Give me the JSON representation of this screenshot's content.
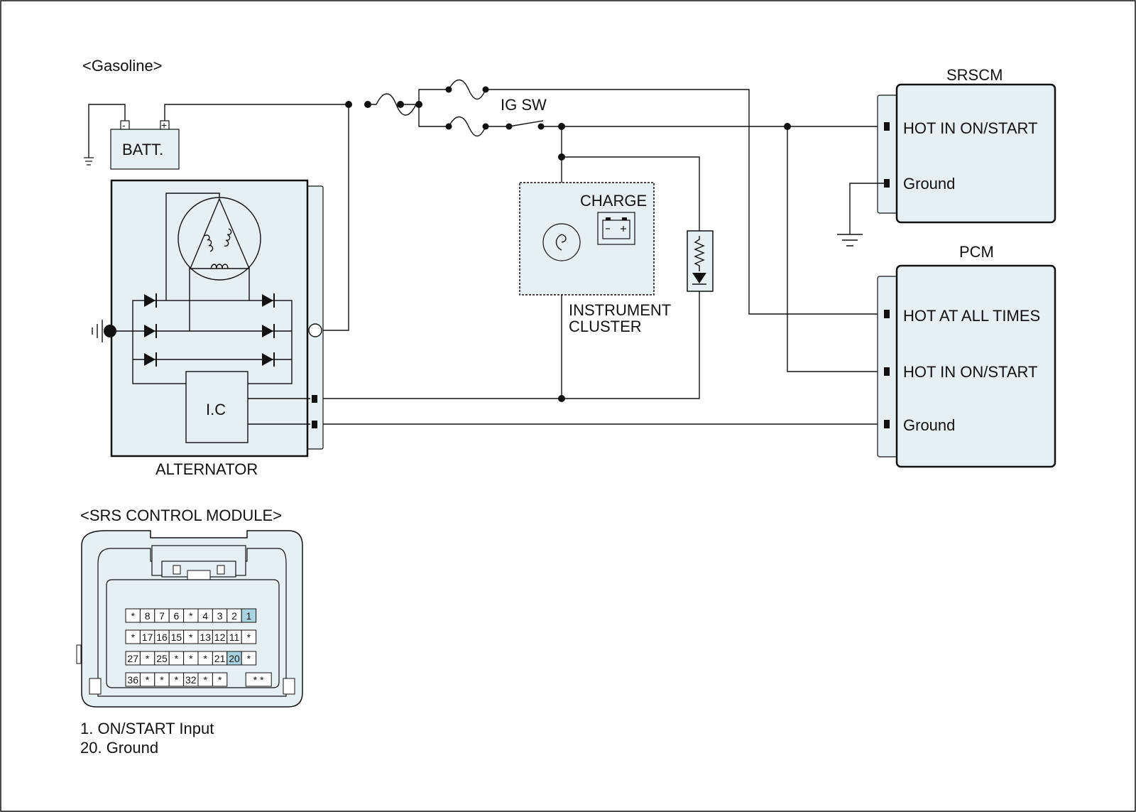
{
  "header": {
    "variant_label": "<Gasoline>"
  },
  "components": {
    "battery_label": "BATT.",
    "battery_minus": "-",
    "battery_plus": "+",
    "alternator_label": "ALTERNATOR",
    "ic_label": "I.C",
    "ig_switch_label": "IG SW",
    "charge_label": "CHARGE",
    "cluster_label_line1": "INSTRUMENT",
    "cluster_label_line2": "CLUSTER"
  },
  "modules": {
    "srscm": {
      "title": "SRSCM",
      "terminals": [
        "HOT IN ON/START",
        "Ground"
      ]
    },
    "pcm": {
      "title": "PCM",
      "terminals": [
        "HOT AT ALL TIMES",
        "HOT IN ON/START",
        "Ground"
      ]
    }
  },
  "connector": {
    "title": "<SRS CONTROL MODULE>",
    "highlight_color": "#a9d3e0",
    "rows": [
      [
        "*",
        "8",
        "7",
        "6",
        "*",
        "4",
        "3",
        "2",
        "1"
      ],
      [
        "*",
        "17",
        "16",
        "15",
        "*",
        "13",
        "12",
        "11",
        "*"
      ],
      [
        "27",
        "*",
        "25",
        "*",
        "*",
        "*",
        "21",
        "20",
        "*"
      ],
      [
        "36",
        "*",
        "*",
        "*",
        "32",
        "*",
        "*",
        "",
        "* *"
      ]
    ],
    "highlighted": [
      "1",
      "20"
    ],
    "legend": [
      "1. ON/START Input",
      "20. Ground"
    ]
  },
  "colors": {
    "module_fill": "#e6eff1",
    "line": "#111111"
  }
}
